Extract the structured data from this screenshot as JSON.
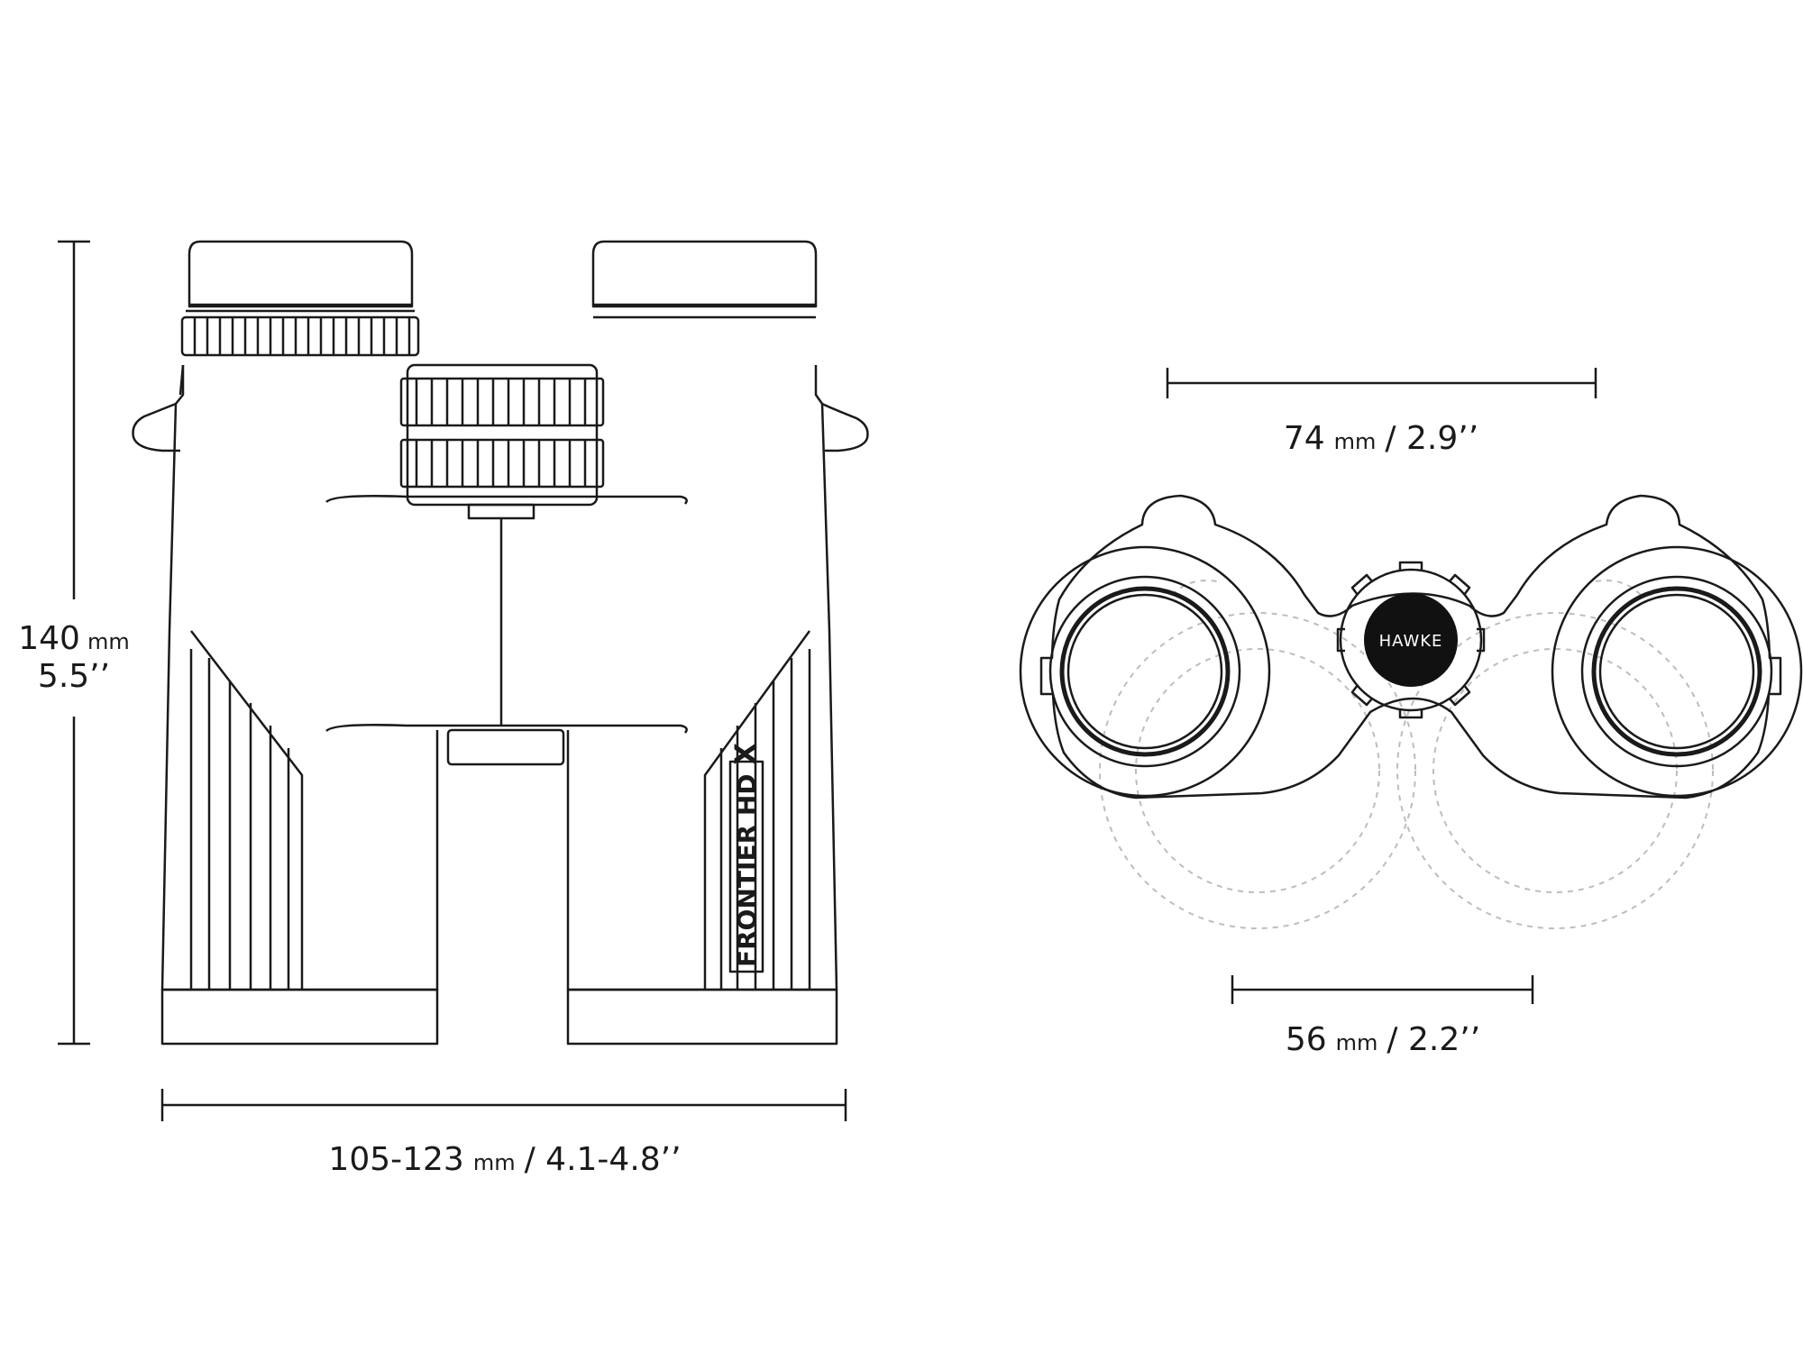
{
  "diagram": {
    "model_name": "FRONTIER HD",
    "model_suffix": "X",
    "logo": "HAWKE",
    "dimensions": {
      "height": {
        "value": "140",
        "unit": "mm",
        "imperial": "5.5’’"
      },
      "width": {
        "value": "105-123",
        "unit": "mm",
        "imperial": "/ 4.1-4.8’’"
      },
      "eyepiece_width": {
        "value": "74",
        "unit": "mm",
        "imperial": "/ 2.9’’"
      },
      "objective_width": {
        "value": "56",
        "unit": "mm",
        "imperial": "/ 2.2’’"
      }
    },
    "colors": {
      "line": "#1a1a1a",
      "dashed": "#bdbdbd",
      "logo_disc": "#111111"
    }
  }
}
